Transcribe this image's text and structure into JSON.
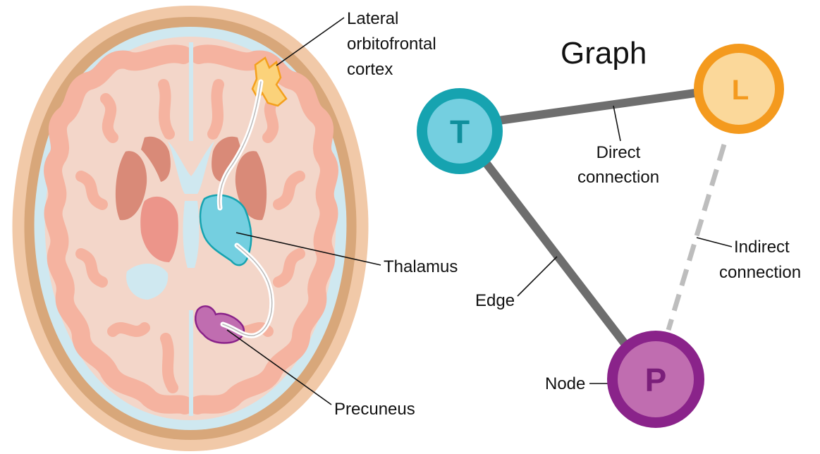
{
  "graph": {
    "title": "Graph",
    "nodes": [
      {
        "id": "T",
        "letter": "T",
        "ring_color": "#16a3b0",
        "fill_color": "#74cfe0",
        "text_color": "#0f8f9c"
      },
      {
        "id": "L",
        "letter": "L",
        "ring_color": "#f49a1e",
        "fill_color": "#fbd89a",
        "text_color": "#f49a1e"
      },
      {
        "id": "P",
        "letter": "P",
        "ring_color": "#8a238a",
        "fill_color": "#c06db0",
        "text_color": "#7a1f7a"
      }
    ],
    "edges": [
      {
        "from": "T",
        "to": "L",
        "kind": "direct",
        "color": "#6e6e6e"
      },
      {
        "from": "T",
        "to": "P",
        "kind": "direct",
        "color": "#6e6e6e"
      },
      {
        "from": "L",
        "to": "P",
        "kind": "indirect",
        "color": "#bdbdbd"
      }
    ],
    "labels": {
      "direct_line1": "Direct",
      "direct_line2": "connection",
      "indirect_line1": "Indirect",
      "indirect_line2": "connection",
      "edge": "Edge",
      "node": "Node"
    }
  },
  "brain": {
    "labels": {
      "lofc_line1": "Lateral",
      "lofc_line2": "orbitofrontal",
      "lofc_line3": "cortex",
      "thalamus": "Thalamus",
      "precuneus": "Precuneus"
    },
    "colors": {
      "skin": "#f1c9a8",
      "skull": "#d8a77a",
      "csf": "#cfe8f0",
      "white_matter": "#f3d6c9",
      "gray_matter": "#f5b3a0",
      "deep_nuclei": "#d98a78",
      "lofc_region": "#fbd27a",
      "lofc_outline": "#f4a01e",
      "thalamus_region": "#74cfe0",
      "thalamus_outline": "#16a3b0",
      "precuneus_region": "#c06db0",
      "precuneus_outline": "#8a238a",
      "tract": "#ffffff"
    }
  }
}
